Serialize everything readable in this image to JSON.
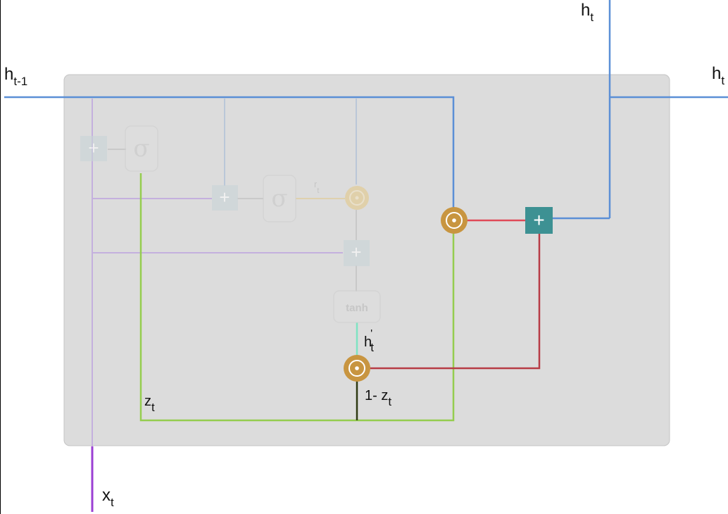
{
  "labels": {
    "h_top": {
      "base": "h",
      "sub": "t"
    },
    "h_right": {
      "base": "h",
      "sub": "t"
    },
    "h_prev": {
      "base": "h",
      "sub": "t-1"
    },
    "x_input": {
      "base": "x",
      "sub": "t"
    },
    "z_gate": {
      "base": "z",
      "sub": "t"
    },
    "r_gate": {
      "base": "r",
      "sub": "t"
    },
    "candidate": {
      "base": "h",
      "prime": "'",
      "sub": "t"
    },
    "one_minus_z": {
      "base": "1- z",
      "sub": "t"
    }
  },
  "ops": {
    "plus": "+",
    "sigma": "σ",
    "tanh": "tanh"
  },
  "colors": {
    "hidden_line": "#5b8fd6",
    "input_line": "#b28de0",
    "input_line_strong": "#9b3fd3",
    "z_line": "#95cd4f",
    "candidate_line": "#7fe3c2",
    "dark_line": "#2f3a12",
    "red_line": "#e04a58",
    "dark_red_line": "#b73c46",
    "multiply_node": "#c89540",
    "plus_node": "#3d9193",
    "faded_box": "#c9d5d8",
    "panel": "#dcdcdc"
  }
}
